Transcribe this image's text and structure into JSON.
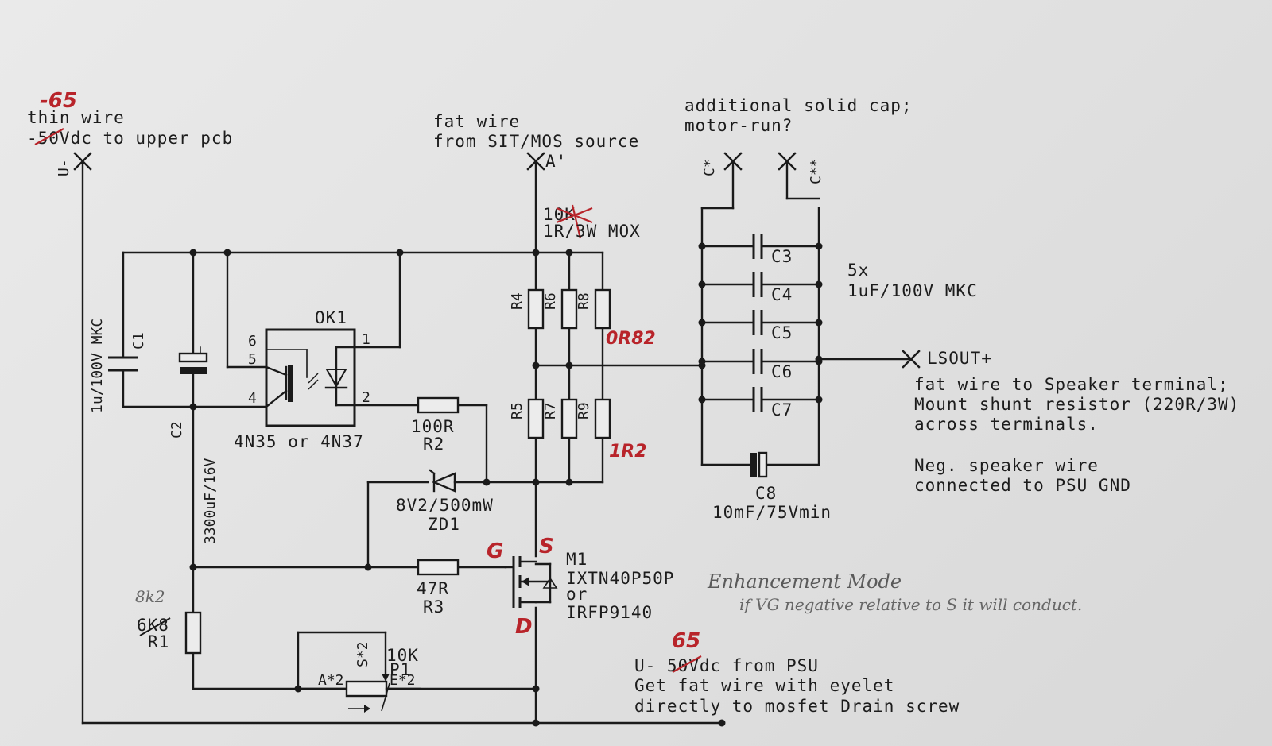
{
  "labels": {
    "thin_wire": "thin wire",
    "thin_wire_v": "-50Vdc to upper pcb",
    "red_65a": "-65",
    "u_minus": "U-",
    "fat_wire": "fat wire",
    "fat_wire_src": "from SIT/MOS source",
    "a_prime": "A'",
    "add_cap": "additional solid cap;",
    "motor_run": "motor-run?",
    "c_star": "C*",
    "c_star2": "C**",
    "mox_top": "10K",
    "mox": "1R/3W MOX",
    "caps_count": "5x",
    "caps_spec": "1uF/100V MKC",
    "c3": "C3",
    "c4": "C4",
    "c5": "C5",
    "c6": "C6",
    "c7": "C7",
    "c8": "C8",
    "c8_spec": "10mF/75Vmin",
    "lsout": "LSOUT+",
    "speaker1": "fat wire to Speaker terminal;",
    "speaker2": "Mount shunt resistor (220R/3W)",
    "speaker3": "across terminals.",
    "neg1": "Neg. speaker wire",
    "neg2": "connected to PSU GND",
    "r4": "R4",
    "r6": "R6",
    "r8": "R8",
    "r5": "R5",
    "r7": "R7",
    "r9": "R9",
    "or82": "0R82",
    "one_r2": "1R2",
    "ok1": "OK1",
    "opto_part": "4N35 or 4N37",
    "pin6": "6",
    "pin5": "5",
    "pin4": "4",
    "pin1": "1",
    "pin2": "2",
    "r2_val": "100R",
    "r2": "R2",
    "zd_val": "8V2/500mW",
    "zd": "ZD1",
    "r3_val": "47R",
    "r3": "R3",
    "c1": "C1",
    "c1_spec": "1u/100V MKC",
    "c2": "C2",
    "c2_spec": "3300uF/16V",
    "m1": "M1",
    "m1_part": "IXTN40P50P",
    "m1_or": "or",
    "m1_alt": "IRFP9140",
    "g": "G",
    "s": "S",
    "d": "D",
    "enh1": "Enhancement Mode",
    "enh2": "if VG negative relative to S it will conduct.",
    "r1_pencil": "8k2",
    "r1_val": "6K8",
    "r1": "R1",
    "p1_val": "10K",
    "p1": "P1",
    "a2": "A*2",
    "s2": "S*2",
    "e2": "E*2",
    "u_psu": "U- 50Vdc from PSU",
    "red_65b": "65",
    "get_fat": "Get fat wire with eyelet",
    "directly": "directly to mosfet Drain screw"
  }
}
